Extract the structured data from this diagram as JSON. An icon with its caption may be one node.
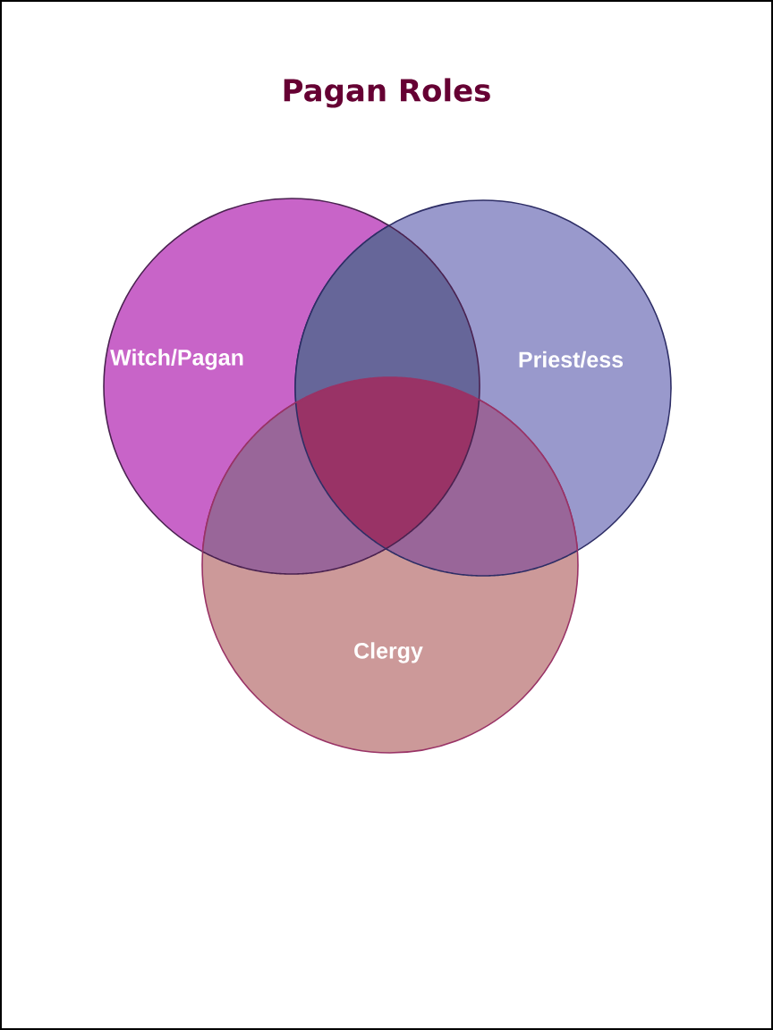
{
  "diagram": {
    "title": "Pagan Roles",
    "nodes": [
      {
        "text": [
          "Witch/Pagan"
        ]
      },
      {
        "text": [
          "Priest/ess"
        ]
      },
      {
        "text": [
          "Clergy"
        ]
      }
    ]
  }
}
